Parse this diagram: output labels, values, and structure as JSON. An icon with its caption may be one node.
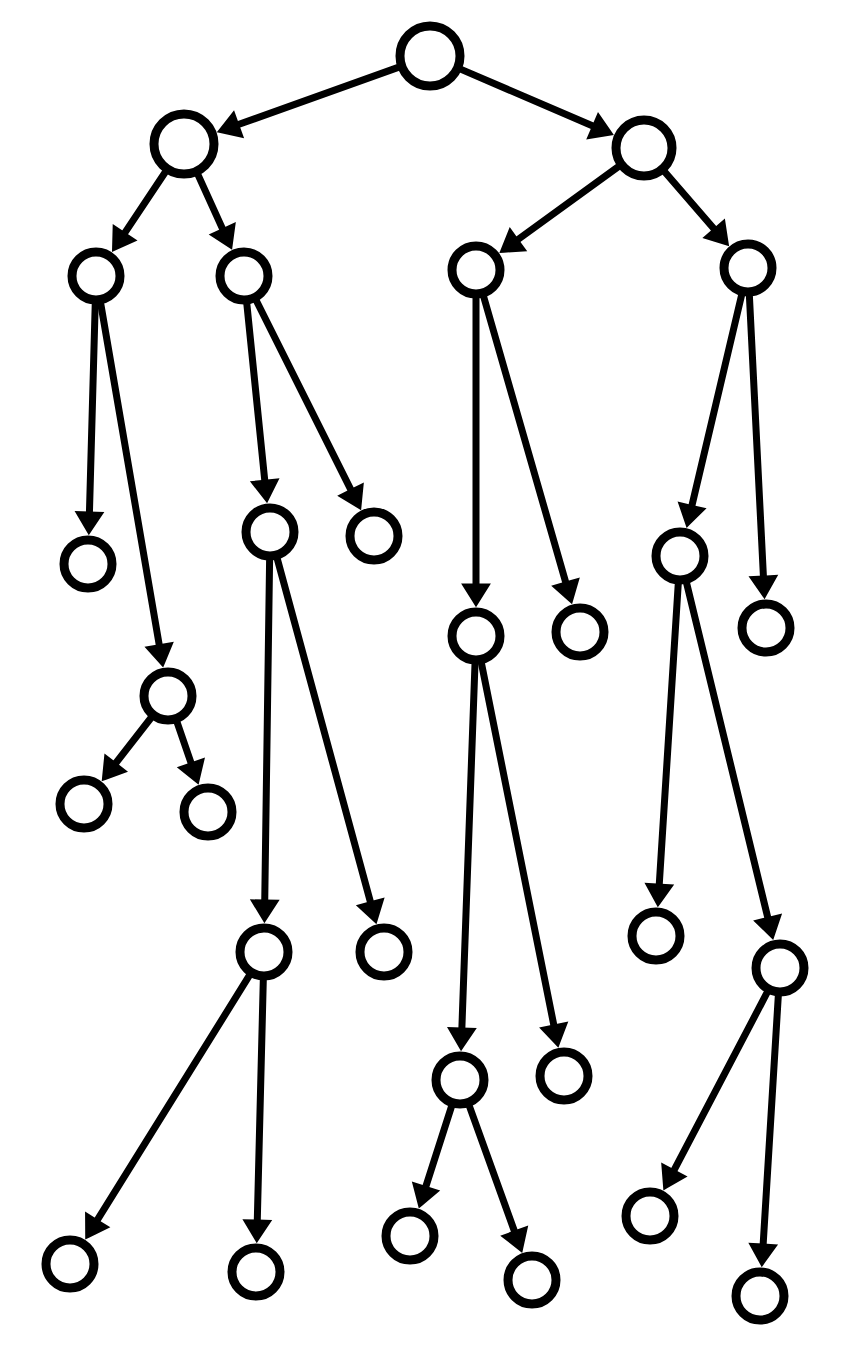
{
  "diagram": {
    "nodes": [
      {
        "text": [],
        "shape": "circle"
      },
      {
        "text": [],
        "shape": "circle"
      },
      {
        "text": [],
        "shape": "circle"
      },
      {
        "text": [],
        "shape": "circle"
      },
      {
        "text": [],
        "shape": "circle"
      },
      {
        "text": [],
        "shape": "circle"
      },
      {
        "text": [],
        "shape": "circle"
      },
      {
        "text": [],
        "shape": "circle"
      },
      {
        "text": [],
        "shape": "circle"
      },
      {
        "text": [],
        "shape": "circle"
      },
      {
        "text": [],
        "shape": "circle"
      },
      {
        "text": [],
        "shape": "circle"
      },
      {
        "text": [],
        "shape": "circle"
      },
      {
        "text": [],
        "shape": "circle"
      },
      {
        "text": [],
        "shape": "circle"
      },
      {
        "text": [],
        "shape": "circle"
      },
      {
        "text": [],
        "shape": "circle"
      },
      {
        "text": [],
        "shape": "circle"
      },
      {
        "text": [],
        "shape": "circle"
      },
      {
        "text": [],
        "shape": "circle"
      },
      {
        "text": [],
        "shape": "circle"
      },
      {
        "text": [],
        "shape": "circle"
      },
      {
        "text": [],
        "shape": "circle"
      },
      {
        "text": [],
        "shape": "circle"
      },
      {
        "text": [],
        "shape": "circle"
      },
      {
        "text": [],
        "shape": "circle"
      },
      {
        "text": [],
        "shape": "circle"
      },
      {
        "text": [],
        "shape": "circle"
      },
      {
        "text": [],
        "shape": "circle"
      }
    ],
    "edges": [
      {
        "from": 0,
        "to": 1,
        "arrow": "to"
      },
      {
        "from": 0,
        "to": 2,
        "arrow": "to"
      },
      {
        "from": 1,
        "to": 3,
        "arrow": "to"
      },
      {
        "from": 1,
        "to": 4,
        "arrow": "to"
      },
      {
        "from": 2,
        "to": 5,
        "arrow": "to"
      },
      {
        "from": 2,
        "to": 6,
        "arrow": "to"
      },
      {
        "from": 3,
        "to": 7,
        "arrow": "to"
      },
      {
        "from": 3,
        "to": 8,
        "arrow": "to"
      },
      {
        "from": 8,
        "to": 9,
        "arrow": "to"
      },
      {
        "from": 8,
        "to": 10,
        "arrow": "to"
      },
      {
        "from": 4,
        "to": 11,
        "arrow": "to"
      },
      {
        "from": 4,
        "to": 12,
        "arrow": "to"
      },
      {
        "from": 11,
        "to": 13,
        "arrow": "to"
      },
      {
        "from": 11,
        "to": 14,
        "arrow": "to"
      },
      {
        "from": 13,
        "to": 15,
        "arrow": "to"
      },
      {
        "from": 13,
        "to": 16,
        "arrow": "to"
      },
      {
        "from": 5,
        "to": 17,
        "arrow": "to"
      },
      {
        "from": 5,
        "to": 18,
        "arrow": "to"
      },
      {
        "from": 17,
        "to": 19,
        "arrow": "to"
      },
      {
        "from": 17,
        "to": 20,
        "arrow": "to"
      },
      {
        "from": 19,
        "to": 21,
        "arrow": "to"
      },
      {
        "from": 19,
        "to": 22,
        "arrow": "to"
      },
      {
        "from": 6,
        "to": 23,
        "arrow": "to"
      },
      {
        "from": 6,
        "to": 24,
        "arrow": "to"
      },
      {
        "from": 23,
        "to": 25,
        "arrow": "to"
      },
      {
        "from": 23,
        "to": 26,
        "arrow": "to"
      },
      {
        "from": 26,
        "to": 27,
        "arrow": "to"
      },
      {
        "from": 26,
        "to": 28,
        "arrow": "to"
      }
    ]
  }
}
